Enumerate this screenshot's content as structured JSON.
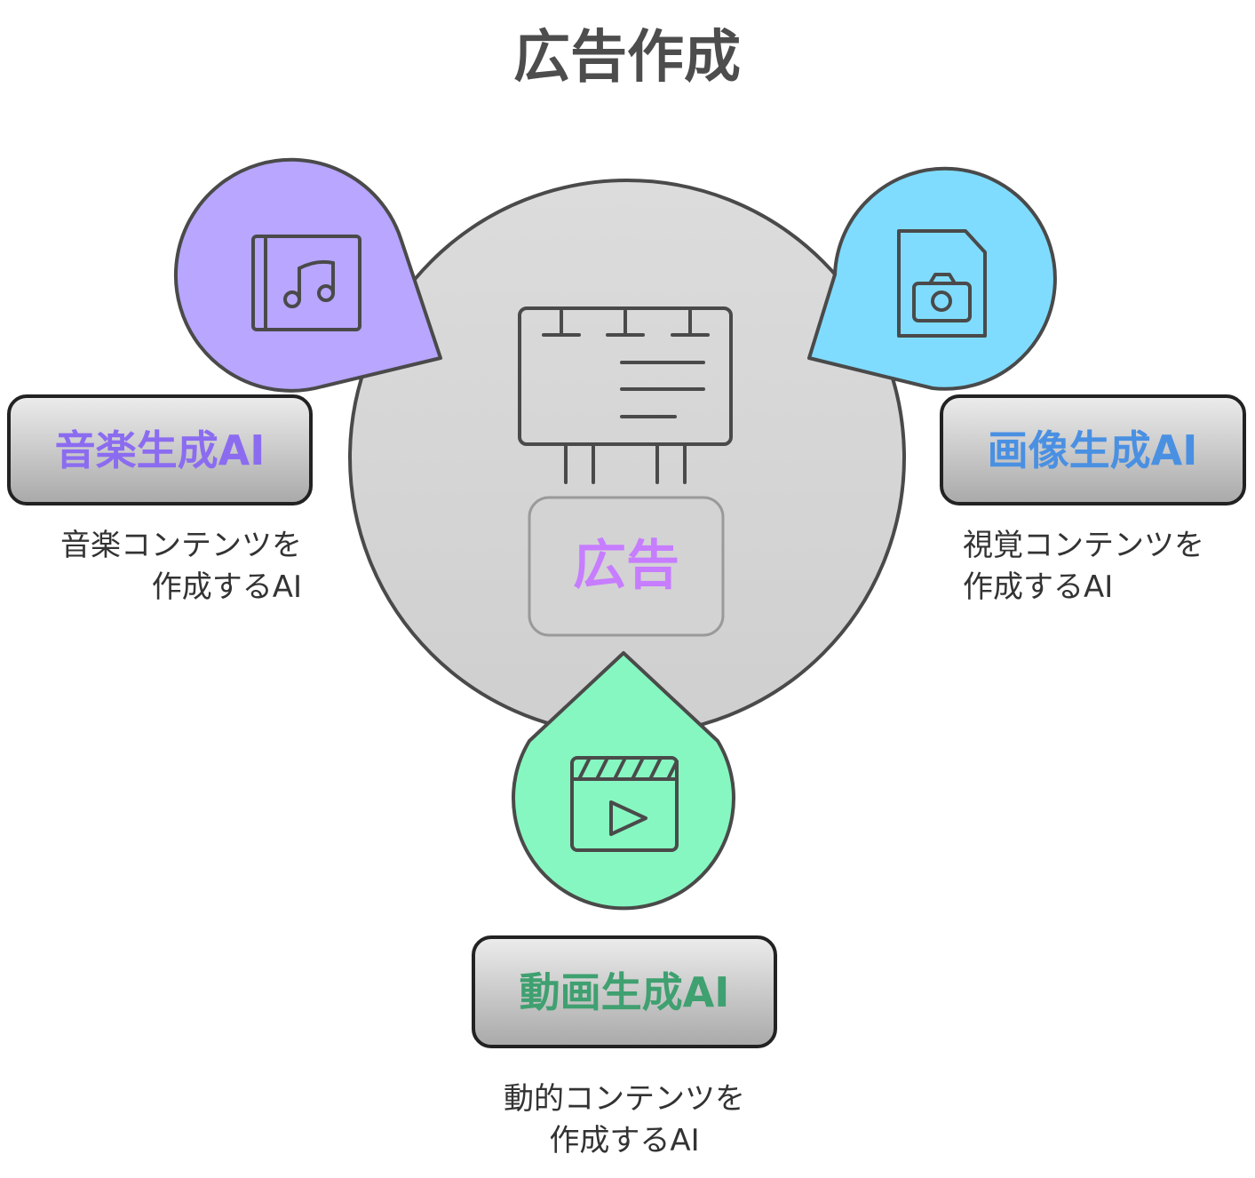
{
  "title": "広告作成",
  "center": {
    "label": "広告",
    "label_color": "#c77dff",
    "icon": "billboard-icon",
    "fill": "#d9d9d9"
  },
  "nodes": [
    {
      "id": "music",
      "name": "音楽生成AI",
      "desc_line1": "音楽コンテンツを",
      "desc_line2": "作成するAI",
      "icon": "music-album-icon",
      "fill": "#b8a6ff",
      "text_color": "#8b6cf0"
    },
    {
      "id": "image",
      "name": "画像生成AI",
      "desc_line1": "視覚コンテンツを",
      "desc_line2": "作成するAI",
      "icon": "photo-file-icon",
      "fill": "#7fdcff",
      "text_color": "#4a90e2"
    },
    {
      "id": "video",
      "name": "動画生成AI",
      "desc_line1": "動的コンテンツを",
      "desc_line2": "作成するAI",
      "icon": "video-clapper-icon",
      "fill": "#86f7c0",
      "text_color": "#3fa070"
    }
  ]
}
